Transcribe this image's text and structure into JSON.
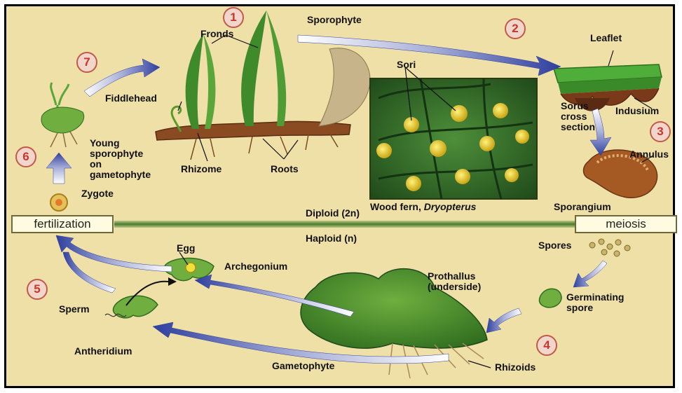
{
  "title": "Sporophyte",
  "steps": [
    "1",
    "2",
    "3",
    "4",
    "5",
    "6",
    "7"
  ],
  "boxes": {
    "fertilization": "fertilization",
    "meiosis": "meiosis"
  },
  "phases": {
    "diploid": "Diploid (2n)",
    "haploid": "Haploid (n)"
  },
  "labels": {
    "fronds": "Fronds",
    "fiddlehead": "Fiddlehead",
    "rhizome": "Rhizome",
    "roots": "Roots",
    "young_1": "Young",
    "young_2": "sporophyte",
    "young_3": "on",
    "young_4": "gametophyte",
    "zygote": "Zygote",
    "sori": "Sori",
    "caption_prefix": "Wood fern, ",
    "caption_genus": "Dryopterus",
    "leaflet": "Leaflet",
    "sorus_1": "Sorus",
    "sorus_2": "cross",
    "sorus_3": "section",
    "indusium": "Indusium",
    "annulus": "Annulus",
    "sporangium": "Sporangium",
    "spores": "Spores",
    "germinating_1": "Germinating",
    "germinating_2": "spore",
    "prothallus_1": "Prothallus",
    "prothallus_2": "(underside)",
    "rhizoids": "Rhizoids",
    "gametophyte": "Gametophyte",
    "antheridium": "Antheridium",
    "sperm": "Sperm",
    "egg": "Egg",
    "archegonium": "Archegonium"
  },
  "colors": {
    "background": "#efe0a8",
    "frond_green": "#3f8a2a",
    "rhizome_brown": "#8a4a22",
    "arrow_blue": "#3a4aa8",
    "step_red": "#c6372a",
    "bar_green": "#4f7a2a"
  }
}
